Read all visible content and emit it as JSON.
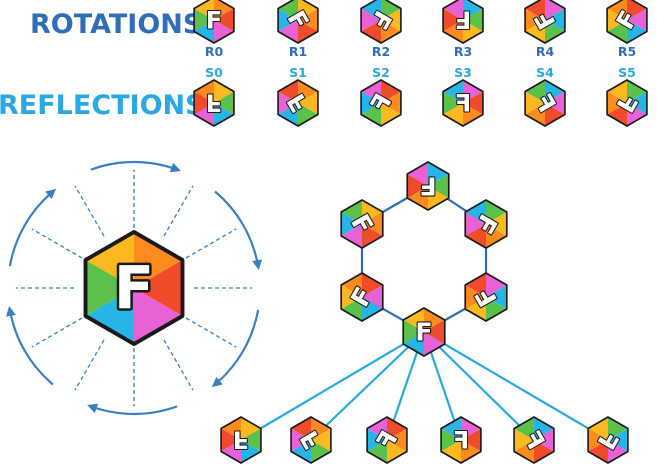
{
  "rotations_title": "ROTATIONS",
  "reflections_title": "REFLECTIONS",
  "glyph": "F",
  "rotation_labels": [
    "R0",
    "R1",
    "R2",
    "R3",
    "R4",
    "R5"
  ],
  "reflection_labels": [
    "S0",
    "S1",
    "S2",
    "S3",
    "S4",
    "S5"
  ],
  "colors": {
    "rotations_title": "#2f6eb6",
    "reflections_title": "#2ba8df",
    "rotation_label": "#2f6eb6",
    "reflection_label": "#2ba8df",
    "arrow": "#3a7fc1",
    "graph_edge": "#2f6eb6",
    "fan_edge": "#2ba8df",
    "hex_outline": "#1a1a1a",
    "sector_palette": [
      "#ff8a1e",
      "#f04b2b",
      "#e862d6",
      "#27b5e8",
      "#5cc14a",
      "#fcb91f"
    ]
  },
  "rotation_hexes": [
    {
      "rot": 0,
      "mirror": false,
      "glyph_rot": 0,
      "glyph_flip": false
    },
    {
      "rot": 60,
      "mirror": false,
      "glyph_rot": 60,
      "glyph_flip": false
    },
    {
      "rot": 120,
      "mirror": false,
      "glyph_rot": 120,
      "glyph_flip": false
    },
    {
      "rot": 180,
      "mirror": false,
      "glyph_rot": 180,
      "glyph_flip": false
    },
    {
      "rot": 240,
      "mirror": false,
      "glyph_rot": 240,
      "glyph_flip": false
    },
    {
      "rot": 300,
      "mirror": false,
      "glyph_rot": 300,
      "glyph_flip": false
    }
  ],
  "reflection_hexes": [
    {
      "rot": 0,
      "mirror": true,
      "glyph_rot": 180,
      "glyph_flip": true
    },
    {
      "rot": 60,
      "mirror": true,
      "glyph_rot": 240,
      "glyph_flip": true
    },
    {
      "rot": 120,
      "mirror": true,
      "glyph_rot": 300,
      "glyph_flip": true
    },
    {
      "rot": 180,
      "mirror": true,
      "glyph_rot": 0,
      "glyph_flip": true
    },
    {
      "rot": 240,
      "mirror": true,
      "glyph_rot": 60,
      "glyph_flip": true
    },
    {
      "rot": 300,
      "mirror": true,
      "glyph_rot": 120,
      "glyph_flip": true
    }
  ],
  "cycle_hexes": [
    {
      "rot": 180,
      "mirror": false,
      "glyph_rot": 180,
      "glyph_flip": false
    },
    {
      "rot": 120,
      "mirror": false,
      "glyph_rot": 120,
      "glyph_flip": false
    },
    {
      "rot": 240,
      "mirror": false,
      "glyph_rot": 240,
      "glyph_flip": false
    },
    {
      "rot": 60,
      "mirror": false,
      "glyph_rot": 60,
      "glyph_flip": false
    },
    {
      "rot": 300,
      "mirror": false,
      "glyph_rot": 300,
      "glyph_flip": false
    },
    {
      "rot": 0,
      "mirror": false,
      "glyph_rot": 0,
      "glyph_flip": false
    }
  ],
  "fan_hexes": [
    {
      "rot": 0,
      "mirror": true,
      "glyph_rot": 180,
      "glyph_flip": true
    },
    {
      "rot": 60,
      "mirror": true,
      "glyph_rot": 240,
      "glyph_flip": true
    },
    {
      "rot": 120,
      "mirror": true,
      "glyph_rot": 300,
      "glyph_flip": true
    },
    {
      "rot": 180,
      "mirror": true,
      "glyph_rot": 0,
      "glyph_flip": true
    },
    {
      "rot": 240,
      "mirror": true,
      "glyph_rot": 60,
      "glyph_flip": true
    },
    {
      "rot": 300,
      "mirror": true,
      "glyph_rot": 120,
      "glyph_flip": true
    }
  ],
  "center_hex": {
    "rot": 0,
    "mirror": false,
    "glyph_rot": 0,
    "glyph_flip": false
  }
}
